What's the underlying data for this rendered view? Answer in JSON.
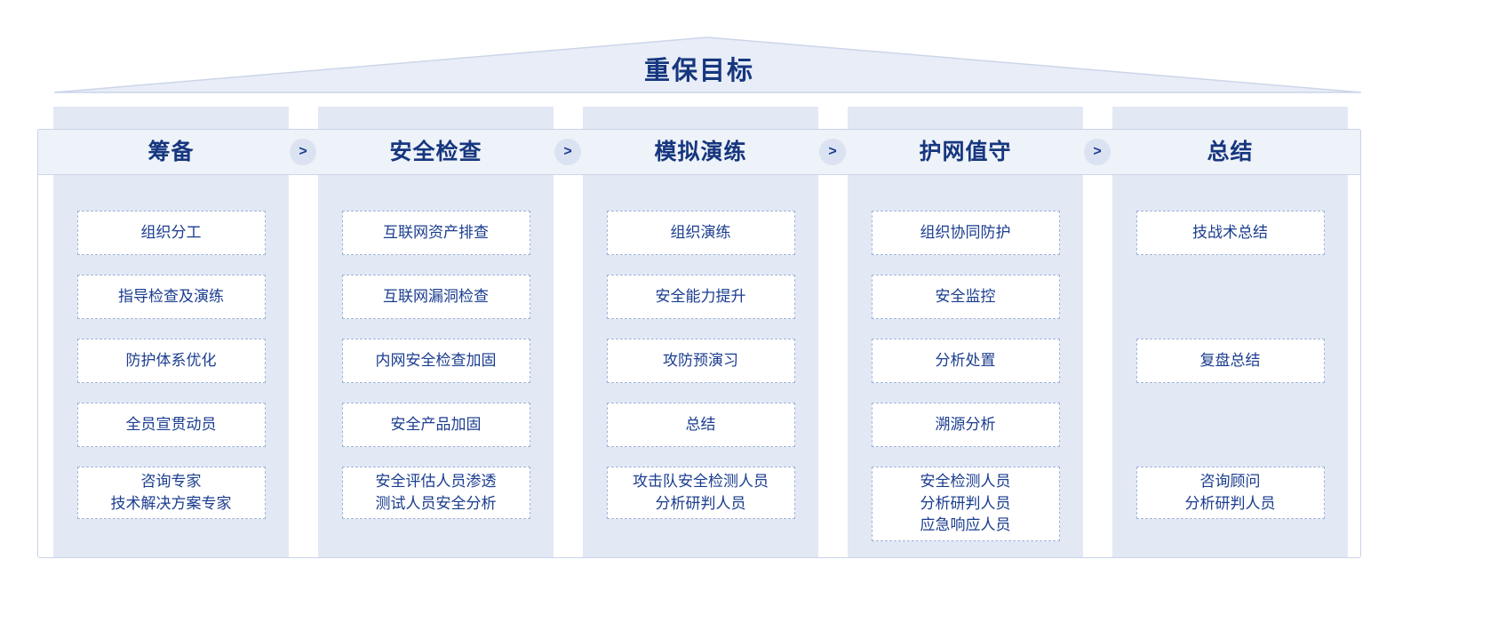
{
  "title": "重保目标",
  "arrow_symbol": ">",
  "colors": {
    "text_primary": "#1b3d8f",
    "heading": "#16367e",
    "panel_bg": "#e2e8f4",
    "band_bg": "#eef2f9",
    "box_border": "#9fb4d9",
    "frame_border": "#c9d4e8",
    "roof_fill": "#e8edf7"
  },
  "phases": [
    {
      "label": "筹备",
      "items": [
        "组织分工",
        "指导检查及演练",
        "防护体系优化",
        "全员宣贯动员",
        "咨询专家\n技术解决方案专家"
      ]
    },
    {
      "label": "安全检查",
      "items": [
        "互联网资产排查",
        "互联网漏洞检查",
        "内网安全检查加固",
        "安全产品加固",
        "安全评估人员渗透\n测试人员安全分析"
      ]
    },
    {
      "label": "模拟演练",
      "items": [
        "组织演练",
        "安全能力提升",
        "攻防预演习",
        "总结",
        "攻击队安全检测人员\n分析研判人员"
      ]
    },
    {
      "label": "护网值守",
      "items": [
        "组织协同防护",
        "安全监控",
        "分析处置",
        "溯源分析",
        "安全检测人员\n分析研判人员\n应急响应人员"
      ]
    },
    {
      "label": "总结",
      "items": [
        "技战术总结",
        null,
        "复盘总结",
        null,
        "咨询顾问\n分析研判人员"
      ]
    }
  ]
}
